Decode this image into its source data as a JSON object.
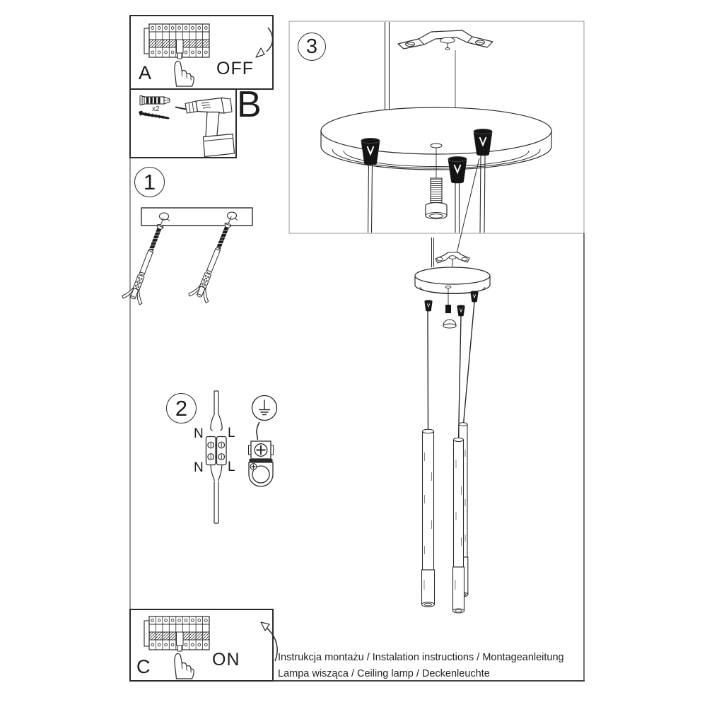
{
  "colors": {
    "ink": "#2b2b2b",
    "detail_panel_border": "#9a9a9a",
    "background": "#ffffff"
  },
  "steps": {
    "a": {
      "label": "A",
      "switch_state": "OFF"
    },
    "b": {
      "label": "B",
      "anchor_quantity": "x2"
    },
    "one": {
      "number": "1"
    },
    "two": {
      "number": "2",
      "neutral_top": "N",
      "live_top": "L",
      "neutral_bottom": "N",
      "live_bottom": "L"
    },
    "three": {
      "number": "3"
    },
    "c": {
      "label": "C",
      "switch_state": "ON"
    }
  },
  "footer": {
    "line1": "Instrukcja montażu / Instalation instructions / Montageanleitung",
    "line2": "Lampa wisząca / Ceiling lamp / Deckenleuchte"
  }
}
